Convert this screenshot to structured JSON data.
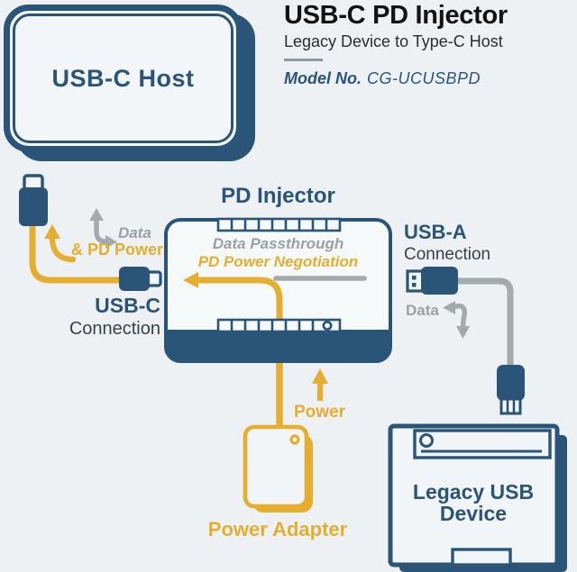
{
  "header": {
    "title": "USB-C PD Injector",
    "subtitle": "Legacy Device to Type-C Host",
    "model_label": "Model No.",
    "model_value": "CG-UCUSBPD"
  },
  "host": {
    "label": "USB-C Host"
  },
  "injector": {
    "title": "PD Injector",
    "passthrough_label": "Data Passthrough",
    "negotiation_label": "PD Power Negotiation"
  },
  "usb_c_connection": {
    "data_label": "Data",
    "power_label": "& PD Power",
    "name": "USB-C",
    "sub": "Connection"
  },
  "usb_a_connection": {
    "name": "USB-A",
    "sub": "Connection",
    "data_label": "Data"
  },
  "power": {
    "flow_label": "Power",
    "adapter_label": "Power Adapter"
  },
  "legacy_device": {
    "label": "Legacy USB Device"
  },
  "colors": {
    "navy": "#2a5478",
    "gold": "#e6ae2f",
    "gray": "#a4a9ad",
    "background": "#edf1f4",
    "panel_fill": "#f3f6f9"
  }
}
